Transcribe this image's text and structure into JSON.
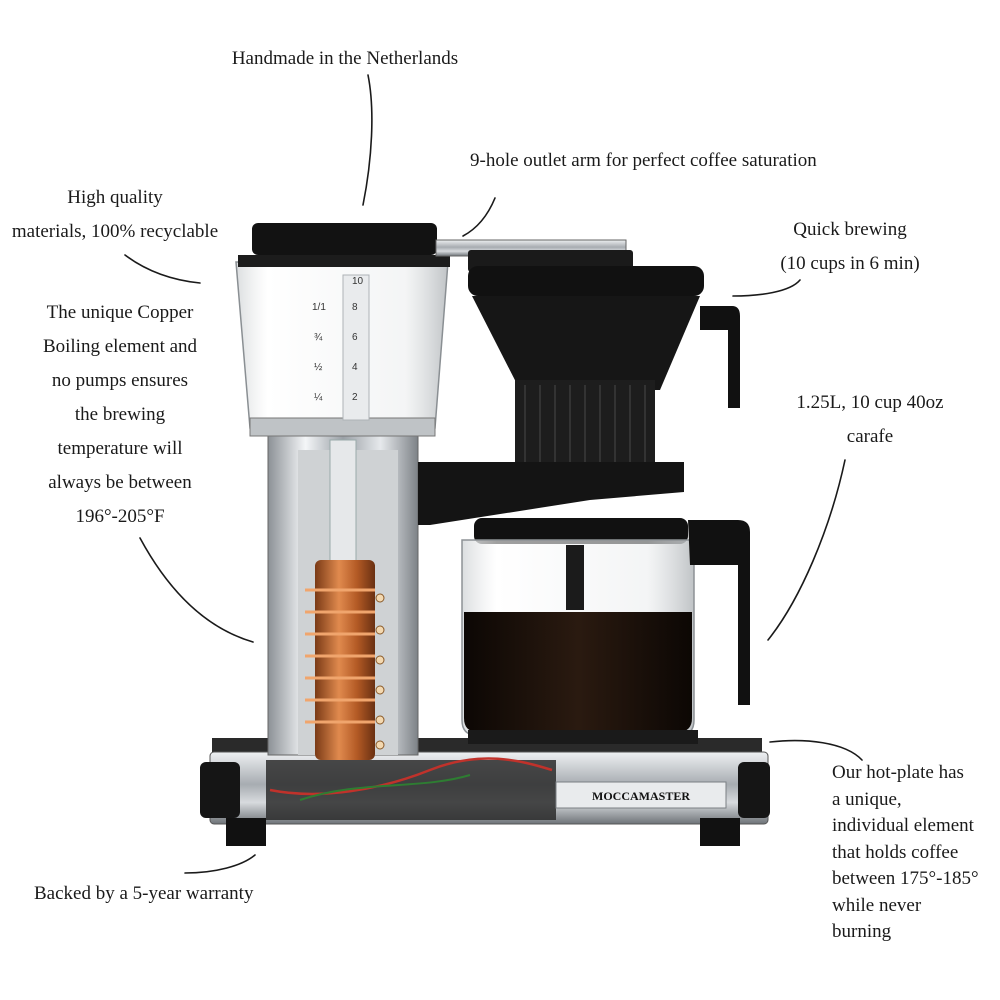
{
  "callouts": {
    "handmade": "Handmade in the Netherlands",
    "outlet_arm": "9-hole outlet arm for perfect coffee saturation",
    "materials": [
      "High quality",
      "materials, 100% recyclable"
    ],
    "quick_brewing": [
      "Quick brewing",
      "(10 cups in 6 min)"
    ],
    "copper": [
      "The unique Copper",
      "Boiling element and",
      "no pumps ensures",
      "the brewing",
      "temperature will",
      "always be between",
      "196°-205°F"
    ],
    "carafe": [
      "1.25L, 10 cup 40oz",
      "carafe"
    ],
    "hotplate": [
      "Our hot-plate has",
      "a unique,",
      "individual element",
      "that holds coffee",
      "between 175°-185°",
      "while never",
      "burning"
    ],
    "warranty": "Backed by a 5-year warranty"
  },
  "product": {
    "brand": "MOCCAMASTER",
    "reservoir_marks": [
      "10",
      "8",
      "6",
      "4",
      "2"
    ],
    "reservoir_fractions": [
      "1/1",
      "¾",
      "½",
      "¼"
    ]
  },
  "colors": {
    "black": "#111111",
    "chrome": "#c9cdd1",
    "copper": "#c06a33",
    "coffee": "#1a0f08",
    "text": "#1a1a1a"
  }
}
